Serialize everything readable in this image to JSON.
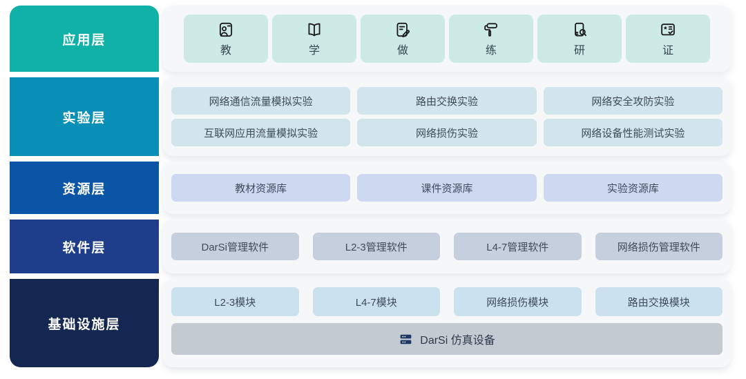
{
  "layers": [
    {
      "name": "应用层",
      "color": "#10b1a6",
      "items": [
        {
          "icon": "presenter-icon",
          "label": "教"
        },
        {
          "icon": "open-book-icon",
          "label": "学"
        },
        {
          "icon": "edit-note-icon",
          "label": "做"
        },
        {
          "icon": "paint-roller-icon",
          "label": "练"
        },
        {
          "icon": "book-search-icon",
          "label": "研"
        },
        {
          "icon": "certificate-icon",
          "label": "证"
        }
      ]
    },
    {
      "name": "实验层",
      "color": "#0a90b6",
      "items": [
        "网络通信流量模拟实验",
        "路由交换实验",
        "网络安全攻防实验",
        "互联网应用流量模拟实验",
        "网络损伤实验",
        "网络设备性能测试实验"
      ]
    },
    {
      "name": "资源层",
      "color": "#0b55a6",
      "items": [
        "教材资源库",
        "课件资源库",
        "实验资源库"
      ]
    },
    {
      "name": "软件层",
      "color": "#1e3e8c",
      "items": [
        "DarSi管理软件",
        "L2-3管理软件",
        "L4-7管理软件",
        "网络损伤管理软件"
      ]
    },
    {
      "name": "基础设施层",
      "color": "#142750",
      "items": [
        "L2-3模块",
        "L4-7模块",
        "网络损伤模块",
        "路由交换模块"
      ],
      "device": {
        "icon": "server-stack-icon",
        "label": "DarSi 仿真设备"
      }
    }
  ],
  "palette": {
    "panel_background": "#f5f7f9",
    "app_box": "#cdeae6",
    "experiment_box": "#d0e5ec",
    "resource_box": "#cdd9f1",
    "software_box": "#c6cfdd",
    "module_box": "#cae2ee",
    "device_bar": "#c3cad2",
    "box_text": "#3f4b58",
    "label_text": "#ffffff",
    "server_icon_fill": "#1d3a66"
  }
}
